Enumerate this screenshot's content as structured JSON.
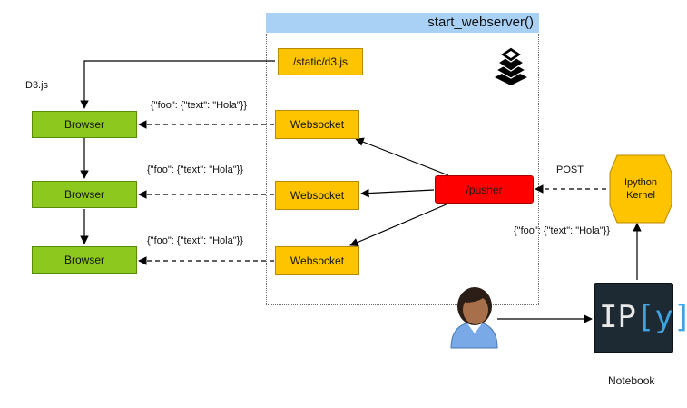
{
  "server": {
    "title": "start_webserver()",
    "static_label": "/static/d3.js",
    "pusher_label": "/pusher",
    "websockets": [
      "Websocket",
      "Websocket",
      "Websocket"
    ]
  },
  "d3_label": "D3.js",
  "browsers": [
    "Browser",
    "Browser",
    "Browser"
  ],
  "messages": {
    "ws_msg_1": "{\"foo\": {\"text\": \"Hola\"}}",
    "ws_msg_2": "{\"foo\": {\"text\": \"Hola\"}}",
    "ws_msg_3": "{\"foo\": {\"text\": \"Hola\"}}",
    "kernel_msg": "{\"foo\": {\"text\": \"Hola\"}}"
  },
  "post_label": "POST",
  "kernel": {
    "line1": "Ipython",
    "line2": "Kernel"
  },
  "notebook": {
    "logo_text_left": "IP",
    "logo_text_mid": "[y]",
    "logo_text_right": ":",
    "label": "Notebook"
  },
  "colors": {
    "browser": "#8cc81e",
    "websocket": "#ffc400",
    "pusher": "#ff0000",
    "kernel": "#ffc400",
    "server_header": "#a9d0f5"
  },
  "icons": {
    "layers": "layers-icon",
    "user": "user-icon"
  }
}
